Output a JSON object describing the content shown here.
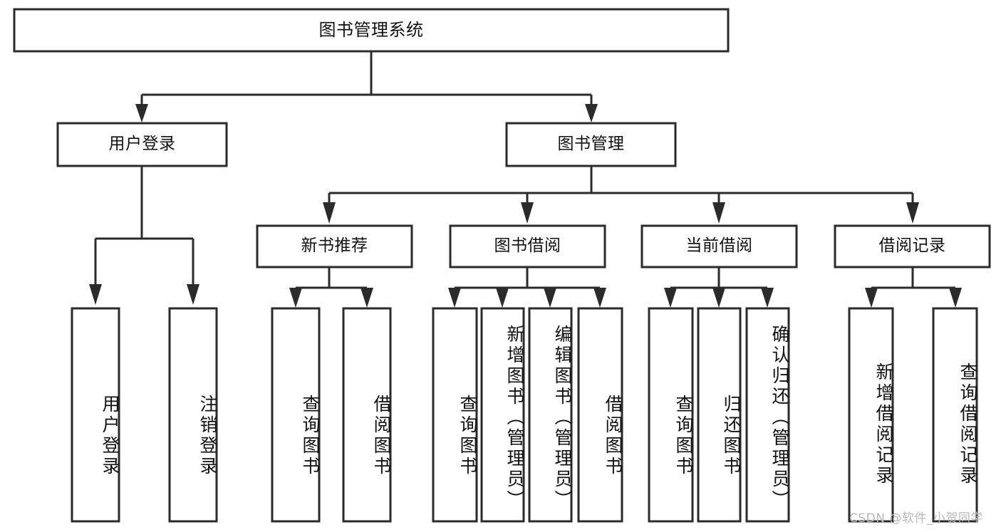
{
  "diagram": {
    "type": "tree-hierarchy",
    "title": "图书管理系统",
    "root": {
      "id": "root",
      "label": "图书管理系统"
    },
    "level1": [
      {
        "id": "user-login",
        "label": "用户登录"
      },
      {
        "id": "book-management",
        "label": "图书管理"
      }
    ],
    "level2": [
      {
        "id": "new-book-recommend",
        "label": "新书推荐",
        "parent": "book-management"
      },
      {
        "id": "book-borrow",
        "label": "图书借阅",
        "parent": "book-management"
      },
      {
        "id": "current-borrow",
        "label": "当前借阅",
        "parent": "book-management"
      },
      {
        "id": "borrow-record",
        "label": "借阅记录",
        "parent": "book-management"
      }
    ],
    "leaves": [
      {
        "id": "leaf-user-login",
        "label": "用户登录",
        "parent": "user-login"
      },
      {
        "id": "leaf-user-logout",
        "label": "注销登录",
        "parent": "user-login"
      },
      {
        "id": "leaf-query-book-1",
        "label": "查询图书",
        "parent": "new-book-recommend"
      },
      {
        "id": "leaf-borrow-book-1",
        "label": "借阅图书",
        "parent": "new-book-recommend"
      },
      {
        "id": "leaf-query-book-2",
        "label": "查询图书",
        "parent": "book-borrow"
      },
      {
        "id": "leaf-add-book",
        "label": "新增图书（管理员）",
        "parent": "book-borrow"
      },
      {
        "id": "leaf-edit-book",
        "label": "编辑图书（管理员）",
        "parent": "book-borrow"
      },
      {
        "id": "leaf-borrow-book-2",
        "label": "借阅图书",
        "parent": "book-borrow"
      },
      {
        "id": "leaf-query-book-3",
        "label": "查询图书",
        "parent": "current-borrow"
      },
      {
        "id": "leaf-return-book",
        "label": "归还图书",
        "parent": "current-borrow"
      },
      {
        "id": "leaf-confirm-return",
        "label": "确认归还（管理员）",
        "parent": "current-borrow"
      },
      {
        "id": "leaf-add-record",
        "label": "新增借阅记录",
        "parent": "borrow-record"
      },
      {
        "id": "leaf-query-record",
        "label": "查询借阅记录",
        "parent": "borrow-record"
      }
    ],
    "colors": {
      "stroke": "#2b2b2b",
      "fill": "#ffffff",
      "text": "#111111",
      "watermark": "#b9b9b9"
    }
  },
  "watermark": {
    "text": "CSDN @软件_小贺同学"
  }
}
